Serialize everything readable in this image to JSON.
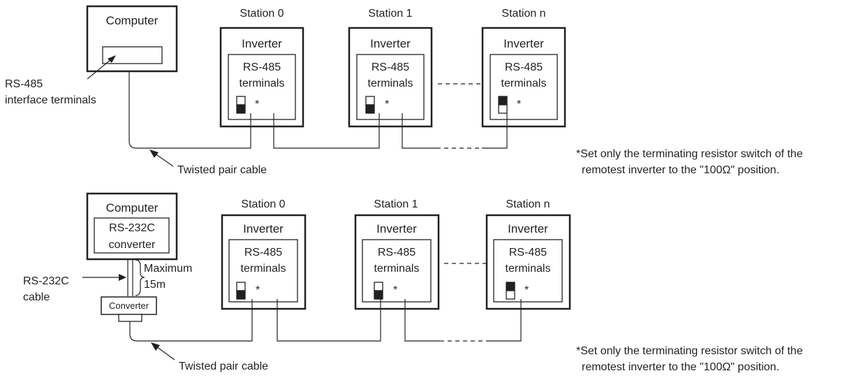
{
  "diagram1": {
    "computer": "Computer",
    "interface_label_line1": "RS-485",
    "interface_label_line2": "interface terminals",
    "cable_label": "Twisted pair cable",
    "stations": [
      {
        "label": "Station 0",
        "device": "Inverter",
        "terminals_line1": "RS-485",
        "terminals_line2": "terminals",
        "star": "*",
        "switch_position": "open"
      },
      {
        "label": "Station 1",
        "device": "Inverter",
        "terminals_line1": "RS-485",
        "terminals_line2": "terminals",
        "star": "*",
        "switch_position": "open"
      },
      {
        "label": "Station  n",
        "device": "Inverter",
        "terminals_line1": "RS-485",
        "terminals_line2": "terminals",
        "star": "*",
        "switch_position": "100Ω"
      }
    ],
    "note_line1": "*Set only the terminating resistor switch of the",
    "note_line2": "remotest inverter to the \"100Ω\" position."
  },
  "diagram2": {
    "computer": "Computer",
    "rs232_line1": "RS-232C",
    "rs232_line2": "converter",
    "max_line1": "Maximum",
    "max_line2": "15m",
    "cable232_line1": "RS-232C",
    "cable232_line2": "cable",
    "converter": "Converter",
    "cable_label": "Twisted pair cable",
    "stations": [
      {
        "label": "Station 0",
        "device": "Inverter",
        "terminals_line1": "RS-485",
        "terminals_line2": "terminals",
        "star": "*",
        "switch_position": "open"
      },
      {
        "label": "Station 1",
        "device": "Inverter",
        "terminals_line1": "RS-485",
        "terminals_line2": "terminals",
        "star": "*",
        "switch_position": "open"
      },
      {
        "label": "Station  n",
        "device": "Inverter",
        "terminals_line1": "RS-485",
        "terminals_line2": "terminals",
        "star": "*",
        "switch_position": "100Ω"
      }
    ],
    "note_line1": "*Set only the terminating resistor switch of the",
    "note_line2": "remotest inverter to the \"100Ω\" position."
  }
}
